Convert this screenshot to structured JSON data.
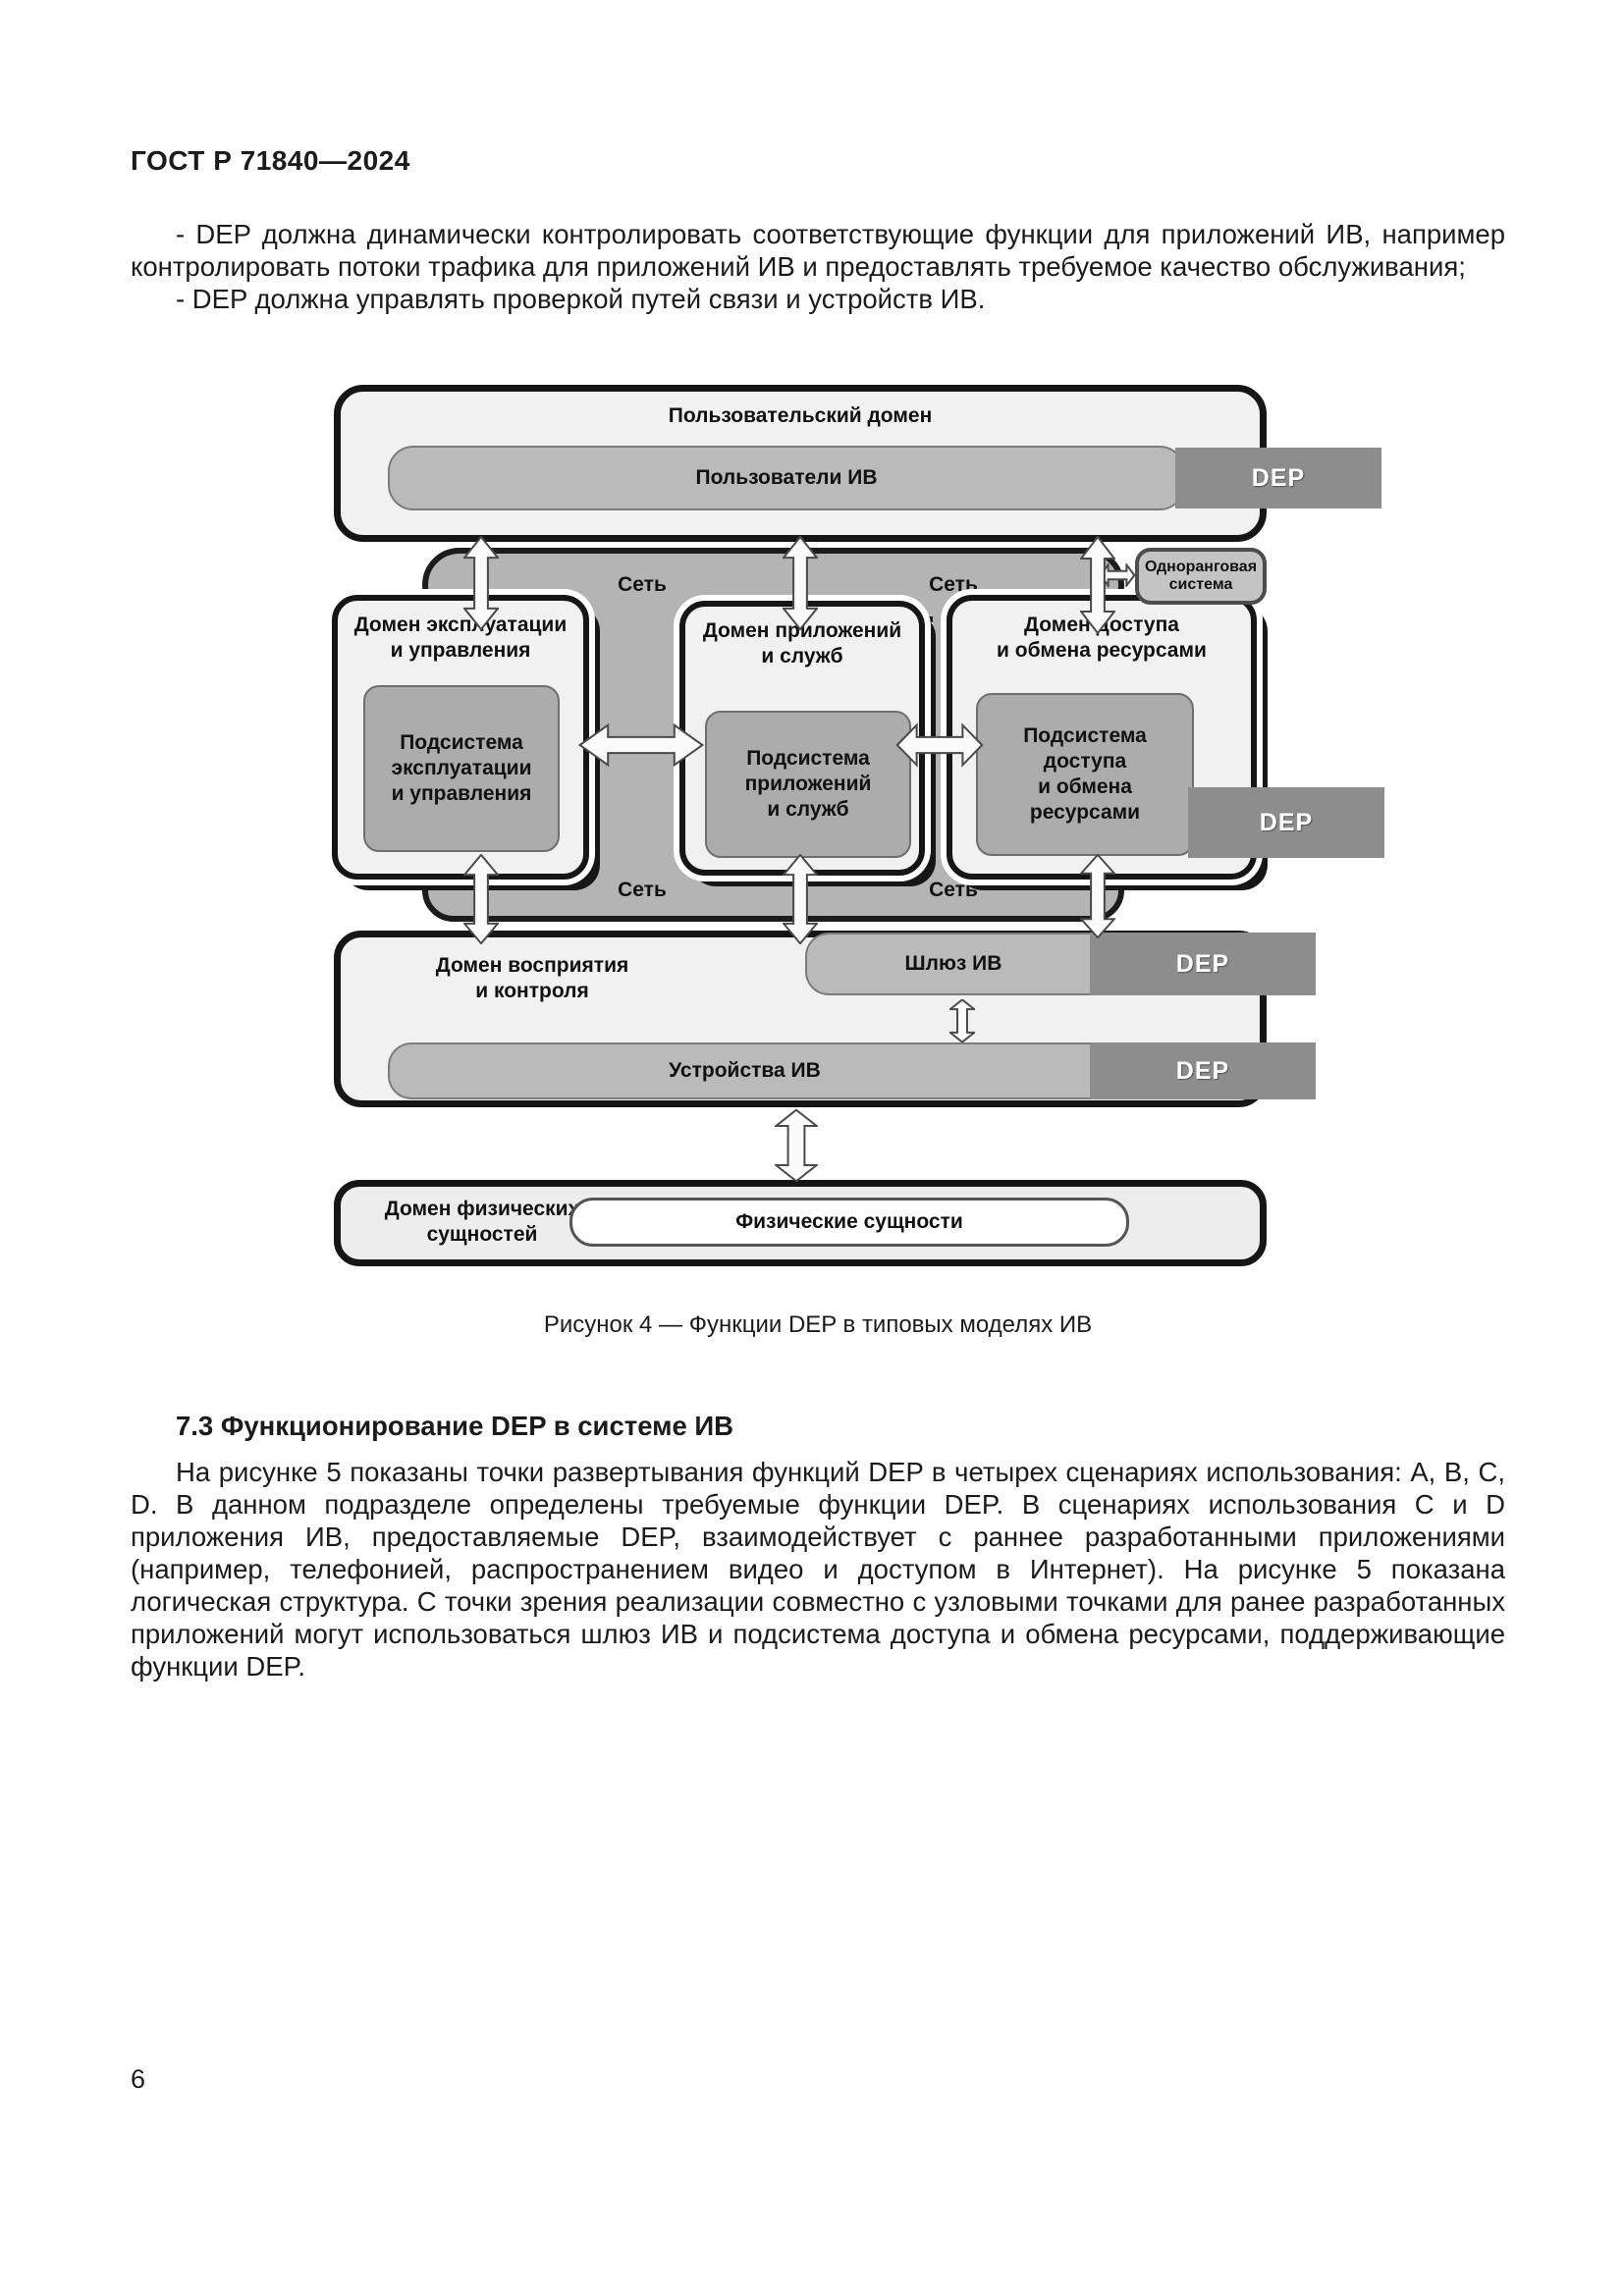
{
  "page": {
    "header": "ГОСТ Р 71840—2024",
    "page_number": "6",
    "list_items": [
      "- DEP должна динамически контролировать соответствующие функции для приложений ИВ, например контролировать потоки трафика для приложений ИВ и предоставлять требуемое качество обслуживания;",
      "- DEP должна управлять проверкой путей связи и устройств ИВ."
    ]
  },
  "figure": {
    "caption": "Рисунок 4 — Функции DEP в типовых моделях ИВ",
    "user_domain": {
      "title": "Пользовательский домен",
      "users_bar": "Пользователи ИВ",
      "dep": "DEP"
    },
    "networks": {
      "band1": [
        "Сеть",
        "Сеть"
      ],
      "band2": [
        "Сеть",
        "Сеть"
      ]
    },
    "peer_system": "Одноранговая\nсистема",
    "domains": [
      {
        "title": "Домен эксплуатации\nи управления",
        "subsystem": "Подсистема\nэксплуатации\nи управления"
      },
      {
        "title": "Домен приложений\nи служб",
        "subsystem": "Подсистема\nприложений\nи служб"
      },
      {
        "title": "Домен доступа\nи обмена ресурсами",
        "subsystem": "Подсистема\nдоступа\nи обмена\nресурсами",
        "dep": "DEP"
      }
    ],
    "perception_domain": {
      "title": "Домен восприятия\nи контроля",
      "gateway_bar": "Шлюз ИВ",
      "gateway_dep": "DEP",
      "devices_bar": "Устройства ИВ",
      "devices_dep": "DEP"
    },
    "physical_domain": {
      "title": "Домен физических\nсущностей",
      "entities_bar": "Физические сущности"
    }
  },
  "section": {
    "heading": "7.3 Функционирование DEP в системе ИВ",
    "body": "На рисунке 5 показаны точки развертывания функций DEP в четырех сценариях использования: A, B, C, D. В данном подразделе определены требуемые функции DEP. В сценариях использования C и D приложения ИВ, предоставляемые DEP, взаимодействует с раннее разработанными приложениями (например, телефонией, распространением видео и доступом в Интернет). На рисунке 5 показана логическая структура. С точки зрения реализации совместно с узловыми точками для ранее разработанных приложений могут использоваться шлюз ИВ и подсистема доступа и обмена ресурсами, поддерживающие функции DEP."
  },
  "colors": {
    "border_black": "#161616",
    "domain_fill": "#f1f1f1",
    "network_fill": "#b4b4b4",
    "bar_fill": "#bababa",
    "subsystem_fill": "#acacac",
    "dep_fill": "#8d8d8d",
    "peer_fill": "#c4c4c4"
  }
}
